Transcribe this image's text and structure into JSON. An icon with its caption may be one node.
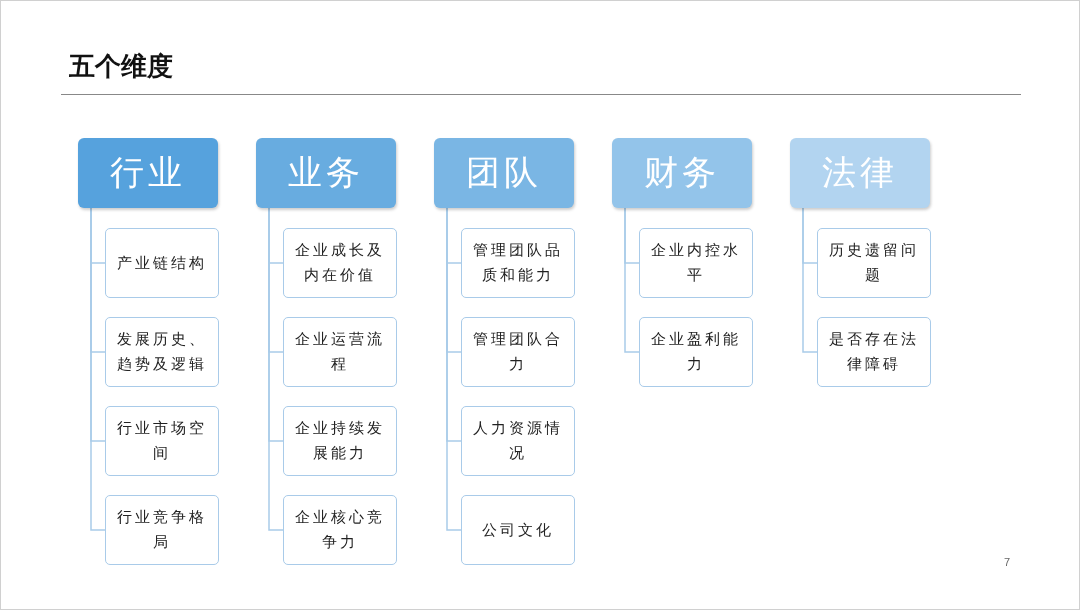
{
  "diagram": {
    "title": "五个维度",
    "nodes": [
      {
        "text": [
          "行业"
        ]
      },
      {
        "text": [
          "产业链结构"
        ]
      },
      {
        "text": [
          "发展历史、趋势及逻辑"
        ]
      },
      {
        "text": [
          "行业市场空间"
        ]
      },
      {
        "text": [
          "行业竞争格局"
        ]
      },
      {
        "text": [
          "业务"
        ]
      },
      {
        "text": [
          "企业成长及内在价值"
        ]
      },
      {
        "text": [
          "企业运营流程"
        ]
      },
      {
        "text": [
          "企业持续发展能力"
        ]
      },
      {
        "text": [
          "企业核心竞争力"
        ]
      },
      {
        "text": [
          "团队"
        ]
      },
      {
        "text": [
          "管理团队品质和能力"
        ]
      },
      {
        "text": [
          "管理团队合力"
        ]
      },
      {
        "text": [
          "人力资源情况"
        ]
      },
      {
        "text": [
          "公司文化"
        ]
      },
      {
        "text": [
          "财务"
        ]
      },
      {
        "text": [
          "企业内控水平"
        ]
      },
      {
        "text": [
          "企业盈利能力"
        ]
      },
      {
        "text": [
          "法律"
        ]
      },
      {
        "text": [
          "历史遗留问题"
        ]
      },
      {
        "text": [
          "是否存在法律障碍"
        ]
      }
    ],
    "edges": [
      {
        "from": 0,
        "to": 1,
        "arrow": "none"
      },
      {
        "from": 0,
        "to": 2,
        "arrow": "none"
      },
      {
        "from": 0,
        "to": 3,
        "arrow": "none"
      },
      {
        "from": 0,
        "to": 4,
        "arrow": "none"
      },
      {
        "from": 5,
        "to": 6,
        "arrow": "none"
      },
      {
        "from": 5,
        "to": 7,
        "arrow": "none"
      },
      {
        "from": 5,
        "to": 8,
        "arrow": "none"
      },
      {
        "from": 5,
        "to": 9,
        "arrow": "none"
      },
      {
        "from": 10,
        "to": 11,
        "arrow": "none"
      },
      {
        "from": 10,
        "to": 12,
        "arrow": "none"
      },
      {
        "from": 10,
        "to": 13,
        "arrow": "none"
      },
      {
        "from": 10,
        "to": 14,
        "arrow": "none"
      },
      {
        "from": 15,
        "to": 16,
        "arrow": "none"
      },
      {
        "from": 15,
        "to": 17,
        "arrow": "none"
      },
      {
        "from": 18,
        "to": 19,
        "arrow": "none"
      },
      {
        "from": 18,
        "to": 20,
        "arrow": "none"
      }
    ],
    "labels": [
      "7"
    ]
  }
}
